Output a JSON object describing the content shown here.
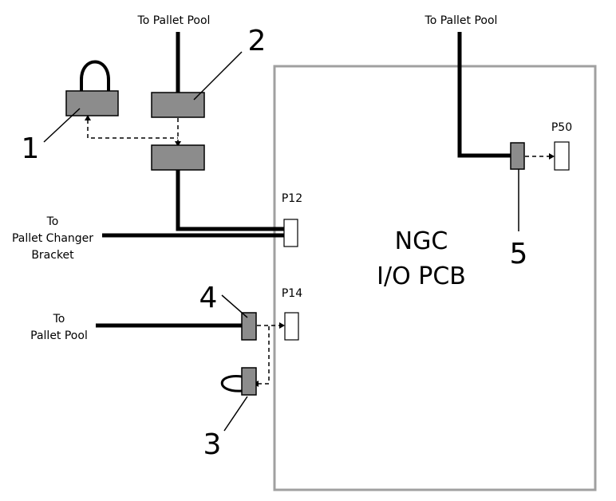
{
  "diagram": {
    "board": {
      "title_line1": "NGC",
      "title_line2": "I/O PCB"
    },
    "ports": {
      "p12": "P12",
      "p14": "P14",
      "p50": "P50"
    },
    "labels": {
      "top_left": "To Pallet Pool",
      "top_right": "To Pallet Pool",
      "left_mid_line1": "To",
      "left_mid_line2": "Pallet Changer",
      "left_mid_line3": "Bracket",
      "left_low_line1": "To",
      "left_low_line2": "Pallet Pool"
    },
    "callouts": [
      "1",
      "2",
      "3",
      "4",
      "5"
    ],
    "colors": {
      "board_border": "#a0a0a0",
      "connector_fill": "#8c8c8c"
    }
  }
}
